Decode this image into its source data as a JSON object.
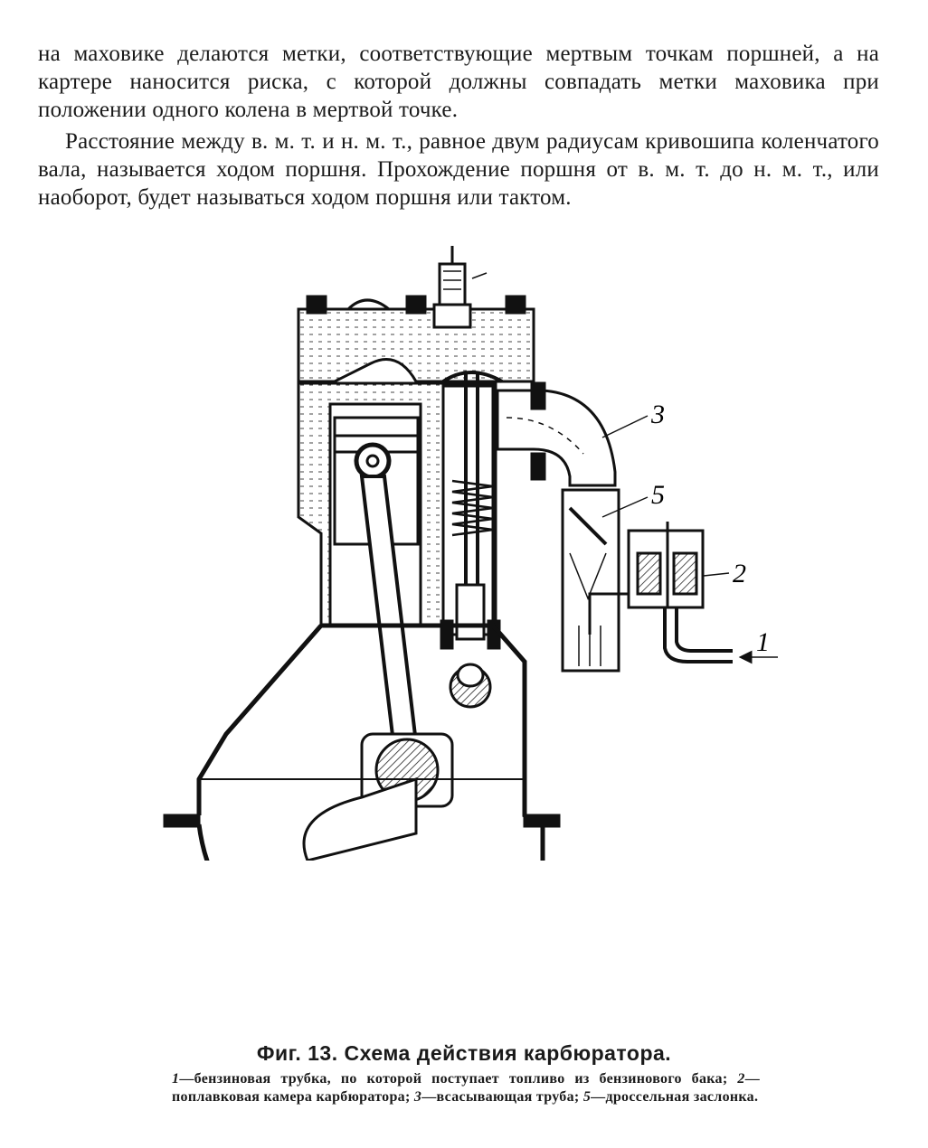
{
  "text": {
    "paragraph_1": "на маховике делаются метки, соответствующие мертвым точкам поршней, а на картере наносится риска, с которой должны совпадать метки маховика при положении одного колена в мертвой точке.",
    "paragraph_2": "Расстояние между в. м. т. и н. м. т., равное двум радиусам кривошипа коленчатого вала, называется ходом поршня. Прохождение поршня от в. м. т. до н. м. т., или наоборот, будет называться ходом поршня или тактом."
  },
  "figure": {
    "labels": {
      "l1": "1",
      "l2": "2",
      "l3": "3",
      "l5": "5"
    }
  },
  "caption": {
    "title": "Фиг. 13. Схема действия карбюратора.",
    "items": [
      {
        "num": "1",
        "text": "—бензиновая трубка, по которой поступает топливо из бензинового бака; "
      },
      {
        "num": "2",
        "text": "—поплавковая камера карбюратора; "
      },
      {
        "num": "3",
        "text": "—всасывающая труба; "
      },
      {
        "num": "5",
        "text": "—дроссельная заслонка."
      }
    ]
  }
}
